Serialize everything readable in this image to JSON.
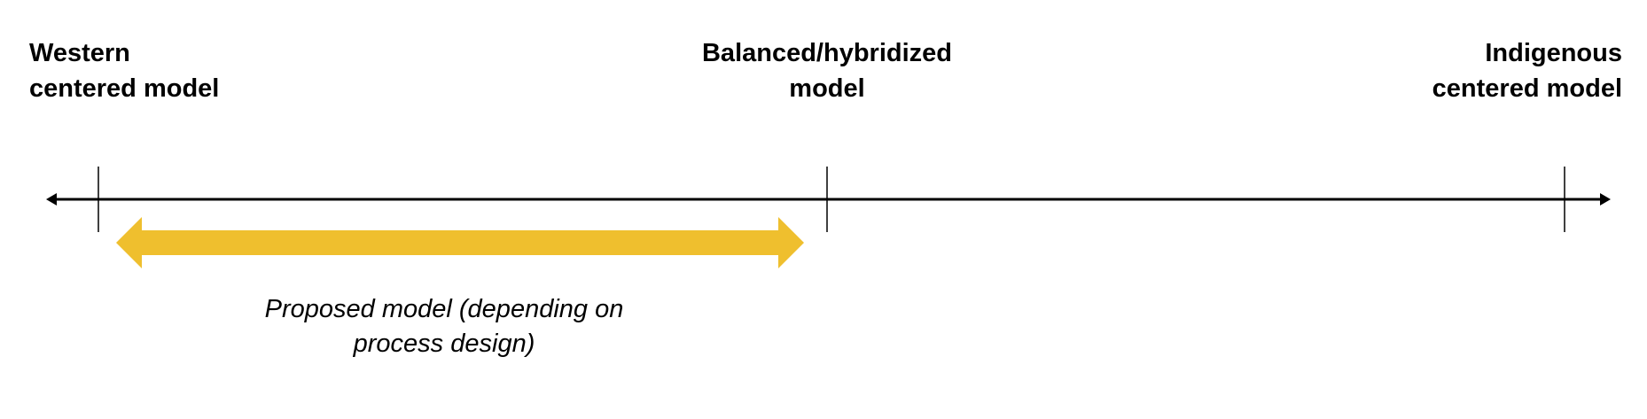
{
  "labels": {
    "western": [
      "Western",
      "centered model"
    ],
    "balanced": [
      "Balanced/hybridized",
      "model"
    ],
    "indigenous": [
      "Indigenous",
      "centered model"
    ]
  },
  "proposed": {
    "caption": [
      "Proposed model (depending on",
      "process design)"
    ],
    "color": "#EFBF2E"
  },
  "axis_color": "#000000"
}
